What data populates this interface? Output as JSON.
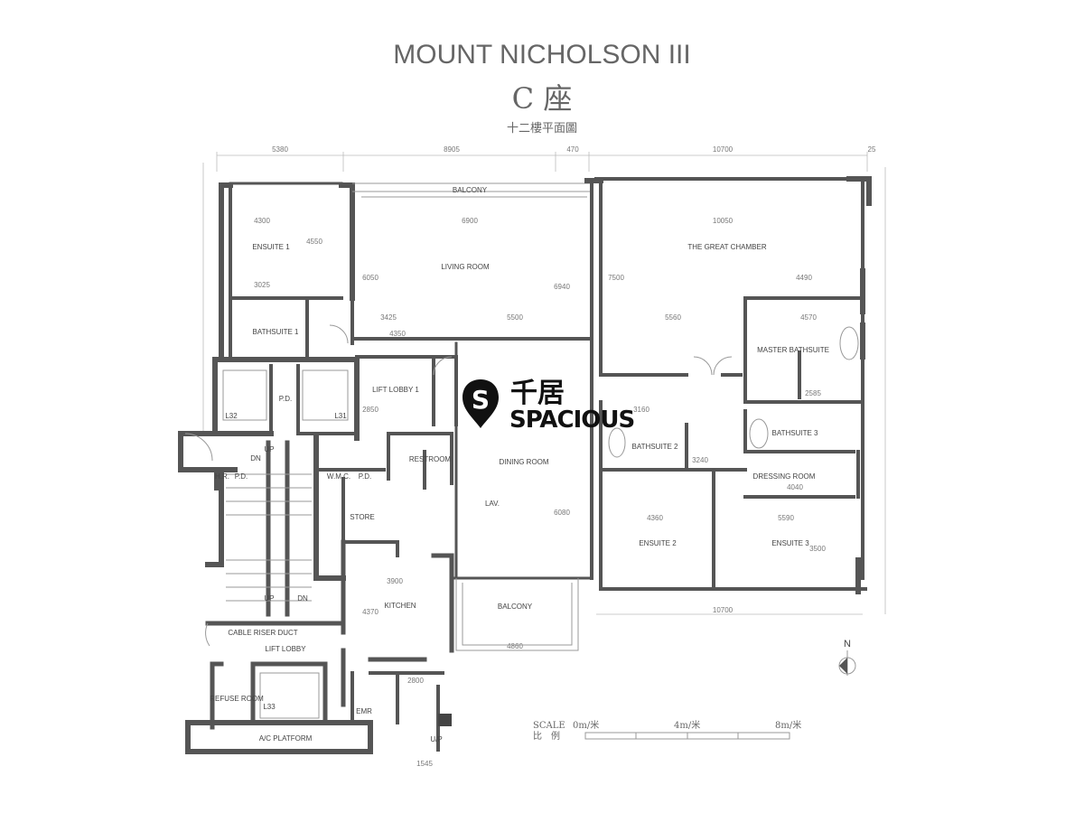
{
  "header": {
    "title": "MOUNT NICHOLSON III",
    "tower": "C 座",
    "subtitle": "十二樓平面圖"
  },
  "dimensions": {
    "top": [
      "5380",
      "8905",
      "470",
      "10700",
      "25"
    ],
    "bottom": [
      "10700",
      "4860",
      "1545"
    ],
    "inner": [
      "4300",
      "6900",
      "10050",
      "4550",
      "6050",
      "6940",
      "3025",
      "3425",
      "5500",
      "5560",
      "4490",
      "4350",
      "2850",
      "3160",
      "4360",
      "5590",
      "3900",
      "4370",
      "2800",
      "6080",
      "4040",
      "3240",
      "3500",
      "7500",
      "4570",
      "2585"
    ]
  },
  "rooms": {
    "ensuite_1": "ENSUITE 1",
    "bathsuite_1": "BATHSUITE 1",
    "balcony_top": "BALCONY",
    "living_room": "LIVING ROOM",
    "great_chamber": "THE GREAT CHAMBER",
    "master_bathsuite": "MASTER BATHSUITE",
    "lift_lobby_1": "LIFT LOBBY 1",
    "l32": "L32",
    "l31": "L31",
    "pd_1": "P.D.",
    "hr": "H.R.",
    "pd_2": "P.D.",
    "wmc": "W.M.C.",
    "pd_3": "P.D.",
    "restroom": "RESTROOM",
    "store": "STORE",
    "lav": "LAV.",
    "dining_room": "DINING ROOM",
    "bathsuite_2": "BATHSUITE 2",
    "bathsuite_3": "BATHSUITE 3",
    "dressing_room": "DRESSING ROOM",
    "ensuite_2": "ENSUITE 2",
    "ensuite_3": "ENSUITE 3",
    "kitchen": "KITCHEN",
    "balcony_bottom": "BALCONY",
    "cable_riser": "CABLE RISER DUCT",
    "lift_lobby_2": "LIFT LOBBY",
    "refuse_room": "REFUSE ROOM",
    "l33": "L33",
    "emr": "EMR",
    "ac_platform": "A/C PLATFORM",
    "up": "UP",
    "dn": "DN",
    "up_short": "U/P"
  },
  "north": "N",
  "scale": {
    "label_en": "SCALE",
    "label_cn": "比　例",
    "ticks": [
      "0m/米",
      "4m/米",
      "8m/米"
    ]
  },
  "watermark": {
    "cn": "千居",
    "en": "SPACIOUS",
    "color": "#111111"
  }
}
